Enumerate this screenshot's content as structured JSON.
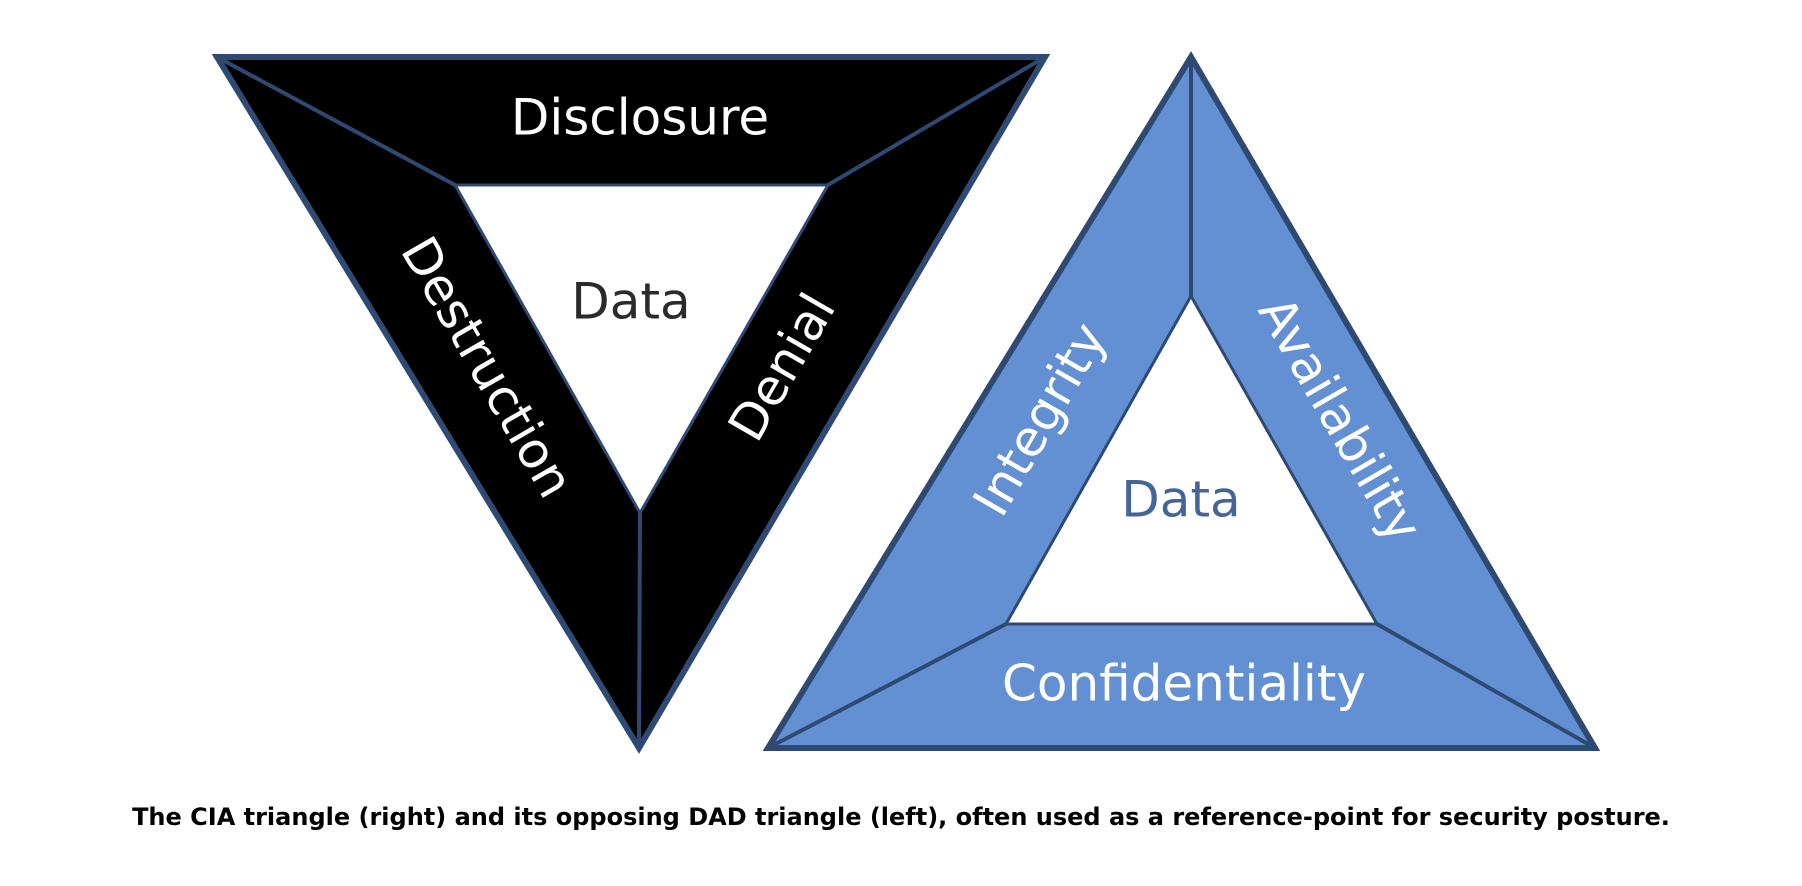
{
  "dad_triangle": {
    "top": "Disclosure",
    "left": "Destruction",
    "right": "Denial",
    "center": "Data"
  },
  "cia_triangle": {
    "left": "Integrity",
    "right": "Availability",
    "bottom": "Confidentiality",
    "center": "Data"
  },
  "caption": "The CIA triangle (right) and its opposing DAD triangle (left), often used as a reference-point for security posture.",
  "colors": {
    "dad_fill": "#000000",
    "cia_fill": "#6390d2",
    "outline": "#2e4a72",
    "cia_center_text": "#44659a"
  }
}
